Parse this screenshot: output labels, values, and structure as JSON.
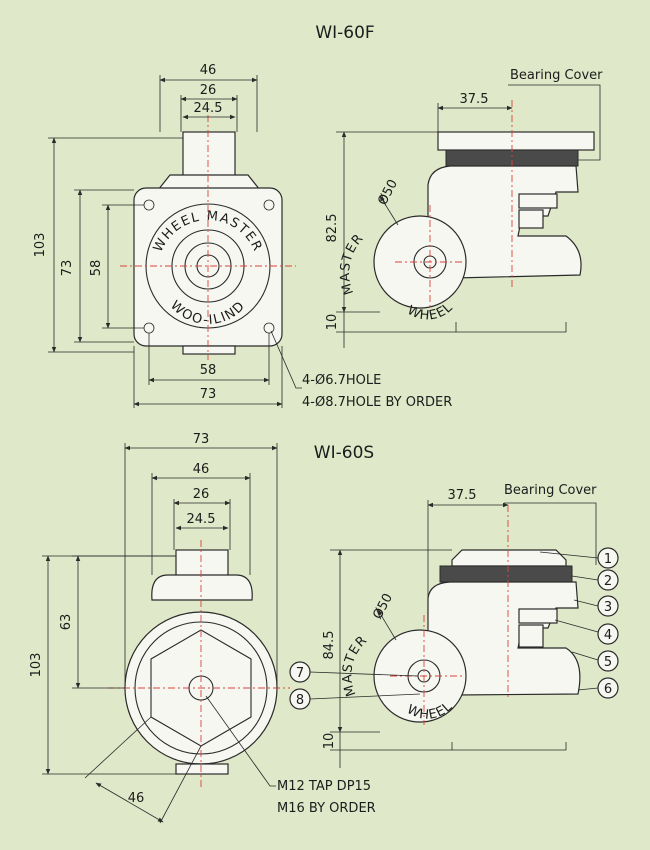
{
  "top": {
    "title": "WI-60F",
    "bearing_cover": "Bearing Cover",
    "dims": {
      "w46": "46",
      "w26": "26",
      "w24_5": "24.5",
      "h103": "103",
      "h73": "73",
      "h58": "58",
      "b58": "58",
      "b73": "73",
      "d37_5": "37.5",
      "h82_5": "82.5",
      "h10": "10",
      "dia50": "Ø50"
    },
    "plate_text_top": "WHEEL MASTER",
    "plate_text_bottom": "WOO-ILIND",
    "wheel_text_top": "MASTER",
    "wheel_text_bottom": "WHEEL",
    "hole_note_1": "4-Ø6.7HOLE",
    "hole_note_2": "4-Ø8.7HOLE BY ORDER"
  },
  "bottom": {
    "title": "WI-60S",
    "bearing_cover": "Bearing Cover",
    "dims": {
      "w73": "73",
      "w46": "46",
      "w26": "26",
      "w24_5": "24.5",
      "h103": "103",
      "h63": "63",
      "diag46": "46",
      "d37_5": "37.5",
      "h84_5": "84.5",
      "h10": "10",
      "dia50": "Ø50"
    },
    "wheel_text_top": "MASTER",
    "wheel_text_bottom": "WHEEL",
    "tap_note_1": "M12 TAP DP15",
    "tap_note_2": "M16 BY ORDER",
    "callouts": [
      "1",
      "2",
      "3",
      "4",
      "5",
      "6",
      "7",
      "8"
    ]
  },
  "colors": {
    "background": "#dfe8c8",
    "centerline": "#d8453a",
    "part_fill": "#f7f7f2"
  }
}
